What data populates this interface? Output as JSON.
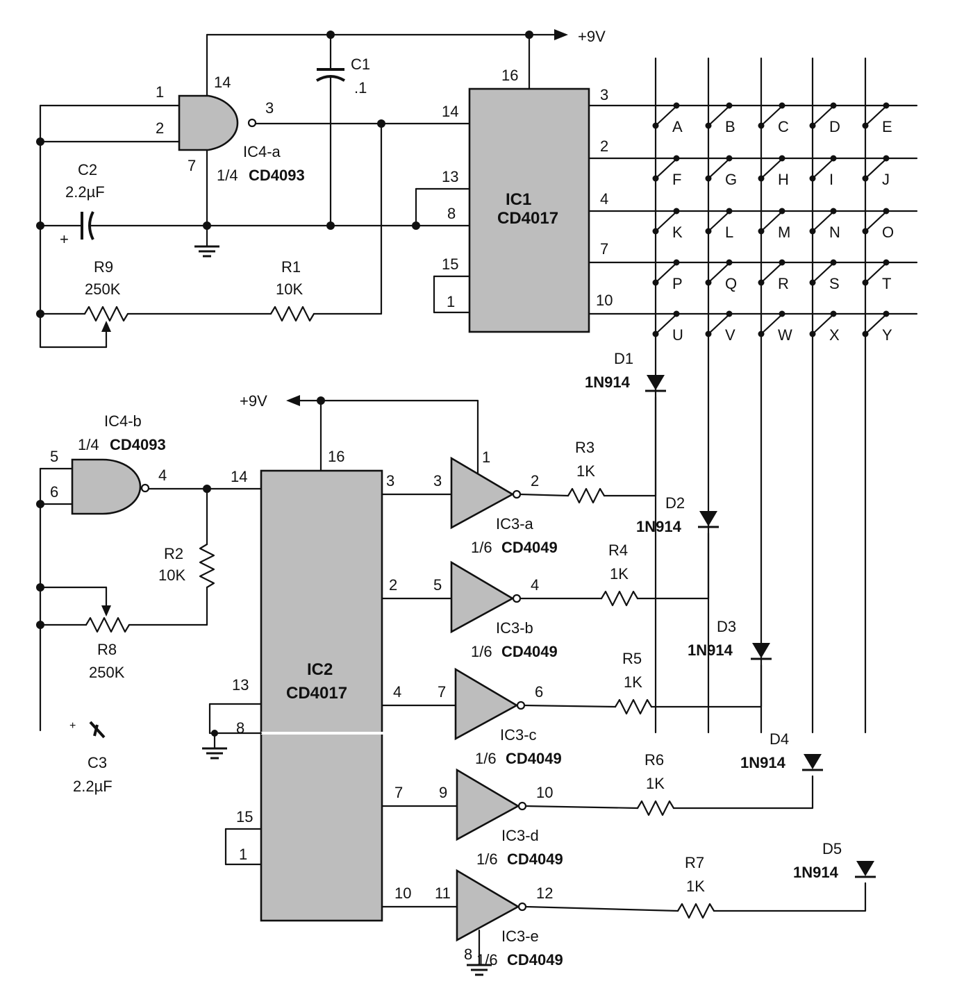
{
  "supply": {
    "top": "+9V",
    "bottom": "+9V"
  },
  "ic1": {
    "name": "IC1",
    "part": "CD4017",
    "pins": {
      "p16": "16",
      "p14": "14",
      "p13": "13",
      "p8": "8",
      "p15": "15",
      "p1": "1",
      "p3": "3",
      "p2": "2",
      "p4": "4",
      "p7": "7",
      "p10": "10"
    }
  },
  "ic2": {
    "name": "IC2",
    "part": "CD4017",
    "pins": {
      "p16": "16",
      "p14": "14",
      "p13": "13",
      "p8": "8",
      "p15": "15",
      "p1": "1",
      "p3": "3",
      "p2": "2",
      "p4": "4",
      "p7": "7",
      "p10": "10"
    }
  },
  "ic4a": {
    "name": "IC4-a",
    "frac": "1/4",
    "part": "CD4093",
    "pins": {
      "p1": "1",
      "p2": "2",
      "p3": "3",
      "p14": "14",
      "p7": "7"
    }
  },
  "ic4b": {
    "name": "IC4-b",
    "frac": "1/4",
    "part": "CD4093",
    "pins": {
      "p5": "5",
      "p6": "6",
      "p4": "4"
    }
  },
  "c1": {
    "name": "C1",
    "value": ".1"
  },
  "c2": {
    "name": "C2",
    "value": "2.2µF",
    "polarity": "+"
  },
  "c3": {
    "name": "C3",
    "value": "2.2µF",
    "polarity": "+"
  },
  "r9": {
    "name": "R9",
    "value": "250K"
  },
  "r1": {
    "name": "R1",
    "value": "10K"
  },
  "r2": {
    "name": "R2",
    "value": "10K"
  },
  "r8": {
    "name": "R8",
    "value": "250K"
  },
  "buffers": [
    {
      "name": "IC3-a",
      "frac": "1/6",
      "part": "CD4049",
      "in": "3",
      "out": "2",
      "src": "3",
      "top": "1"
    },
    {
      "name": "IC3-b",
      "frac": "1/6",
      "part": "CD4049",
      "in": "5",
      "out": "4",
      "src": "2"
    },
    {
      "name": "IC3-c",
      "frac": "1/6",
      "part": "CD4049",
      "in": "7",
      "out": "6",
      "src": "4"
    },
    {
      "name": "IC3-d",
      "frac": "1/6",
      "part": "CD4049",
      "in": "9",
      "out": "10",
      "src": "7"
    },
    {
      "name": "IC3-e",
      "frac": "1/6",
      "part": "CD4049",
      "in": "11",
      "out": "12",
      "src": "10",
      "bottom": "8"
    }
  ],
  "resistors": [
    {
      "name": "R3",
      "value": "1K"
    },
    {
      "name": "R4",
      "value": "1K"
    },
    {
      "name": "R5",
      "value": "1K"
    },
    {
      "name": "R6",
      "value": "1K"
    },
    {
      "name": "R7",
      "value": "1K"
    }
  ],
  "diodes": [
    {
      "name": "D1",
      "part": "1N914"
    },
    {
      "name": "D2",
      "part": "1N914"
    },
    {
      "name": "D3",
      "part": "1N914"
    },
    {
      "name": "D4",
      "part": "1N914"
    },
    {
      "name": "D5",
      "part": "1N914"
    }
  ],
  "keys": [
    "A",
    "B",
    "C",
    "D",
    "E",
    "F",
    "G",
    "H",
    "I",
    "J",
    "K",
    "L",
    "M",
    "N",
    "O",
    "P",
    "Q",
    "R",
    "S",
    "T",
    "U",
    "V",
    "W",
    "X",
    "Y"
  ]
}
